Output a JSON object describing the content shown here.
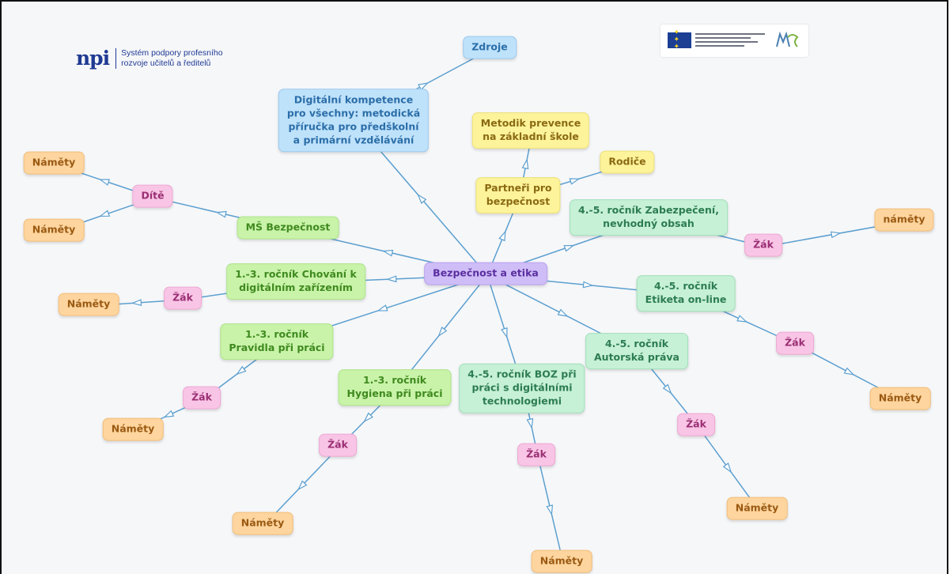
{
  "header": {
    "logo_mark": "npi",
    "logo_text": "Systém podpory profesního\nrozvoje učitelů a ředitelů"
  },
  "partner_logos": [
    "eu-flag-icon",
    "msmt-logo"
  ],
  "colors": {
    "edge": "#5b9fcf",
    "blue": "#bfe2fb",
    "yellow": "#fdf39a",
    "green": "#c9f3a9",
    "mint": "#c6f1d6",
    "pink": "#f9c5e6",
    "orange": "#fed59e",
    "purple": "#cfbdf7"
  },
  "nodes": {
    "center": "Bezpečnost a etika",
    "zdroje": "Zdroje",
    "digitalni": "Digitální kompetence\npro všechny: metodická\npříručka pro předškolní\na primární vzdělávání",
    "metodik": "Metodik prevence\nna základní škole",
    "partneri": "Partneři pro\nbezpečnost",
    "rodice": "Rodiče",
    "ms": "MŠ Bezpečnost",
    "dite": "Dítě",
    "namety_dite_1": "Náměty",
    "namety_dite_2": "Náměty",
    "chovani": "1.-3. ročník Chování k\ndigitálním zařízením",
    "zak_chovani": "Žák",
    "namety_chovani": "Náměty",
    "pravidla": "1.-3. ročník\nPravidla při práci",
    "zak_pravidla": "Žák",
    "namety_pravidla": "Náměty",
    "hygiena": "1.-3. ročník\nHygiena při práci",
    "zak_hygiena": "Žák",
    "namety_hygiena": "Náměty",
    "boz": "4.-5. ročník BOZ při\npráci s digitálními\ntechnologiemi",
    "zak_boz": "Žák",
    "namety_boz": "Náměty",
    "autorska": "4.-5. ročník\nAutorská práva",
    "zak_autorska": "Žák",
    "namety_autorska": "Náměty",
    "etiketa": "4.-5. ročník\nEtiketa on-line",
    "zak_etiketa": "Žák",
    "namety_etiketa": "Náměty",
    "zabezpeceni": "4.-5. ročník Zabezpečení,\nnevhodný obsah",
    "zak_zabezpeceni": "Žák",
    "namety_zabezpeceni": "náměty"
  },
  "edges": [
    [
      "center",
      "digitalni"
    ],
    [
      "digitalni",
      "zdroje"
    ],
    [
      "center",
      "partneri"
    ],
    [
      "partneri",
      "metodik"
    ],
    [
      "partneri",
      "rodice"
    ],
    [
      "center",
      "ms"
    ],
    [
      "ms",
      "dite"
    ],
    [
      "dite",
      "namety_dite_1"
    ],
    [
      "dite",
      "namety_dite_2"
    ],
    [
      "center",
      "chovani"
    ],
    [
      "chovani",
      "zak_chovani"
    ],
    [
      "zak_chovani",
      "namety_chovani"
    ],
    [
      "center",
      "pravidla"
    ],
    [
      "pravidla",
      "zak_pravidla"
    ],
    [
      "zak_pravidla",
      "namety_pravidla"
    ],
    [
      "center",
      "hygiena"
    ],
    [
      "hygiena",
      "zak_hygiena"
    ],
    [
      "zak_hygiena",
      "namety_hygiena"
    ],
    [
      "center",
      "boz"
    ],
    [
      "boz",
      "zak_boz"
    ],
    [
      "zak_boz",
      "namety_boz"
    ],
    [
      "center",
      "autorska"
    ],
    [
      "autorska",
      "zak_autorska"
    ],
    [
      "zak_autorska",
      "namety_autorska"
    ],
    [
      "center",
      "etiketa"
    ],
    [
      "etiketa",
      "zak_etiketa"
    ],
    [
      "zak_etiketa",
      "namety_etiketa"
    ],
    [
      "center",
      "zabezpeceni"
    ],
    [
      "zabezpeceni",
      "zak_zabezpeceni"
    ],
    [
      "zak_zabezpeceni",
      "namety_zabezpeceni"
    ]
  ]
}
